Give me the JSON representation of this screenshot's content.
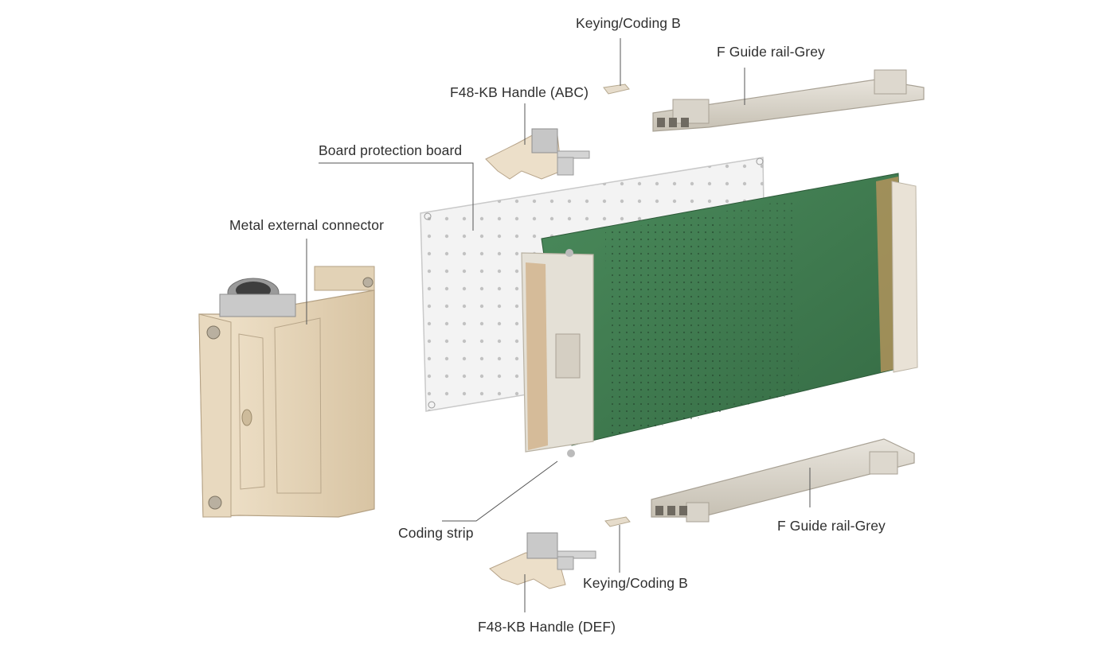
{
  "diagram": {
    "labels": {
      "keying_top": "Keying/Coding B",
      "guide_rail_top": "F Guide rail-Grey",
      "handle_abc": "F48-KB  Handle (ABC)",
      "board_protection": "Board protection board",
      "metal_connector": "Metal external connector",
      "coding_strip": "Coding strip",
      "guide_rail_bottom": "F Guide rail-Grey",
      "keying_bottom": "Keying/Coding B",
      "handle_def": "F48-KB Handle (DEF)"
    },
    "colors": {
      "leader_line": "#555555",
      "pcb": "#3f7a4f",
      "beige_part": "#e6d6bd",
      "grey_rail": "#d8d3c8",
      "protection_board": "#f2f2f2"
    }
  }
}
